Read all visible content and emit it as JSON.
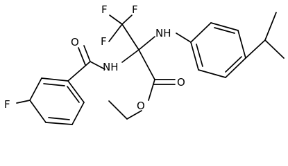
{
  "molecule": {
    "atom_labels": {
      "fluorine_top_a": "F",
      "fluorine_top_b": "F",
      "fluorine_mid": "F",
      "amine_upper": "NH",
      "amine_lower": "NH",
      "carbonyl_oxygen_amide": "O",
      "carbonyl_oxygen_ester": "O",
      "ester_oxygen": "O",
      "aryl_fluorine": "F"
    }
  }
}
